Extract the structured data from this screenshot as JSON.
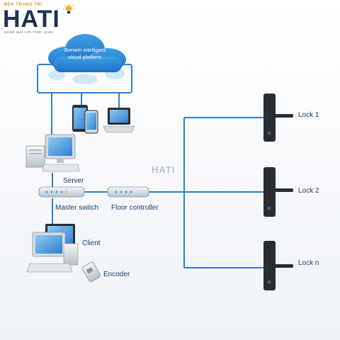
{
  "logo": {
    "top_text": "ĐÈN TRANG TRÍ",
    "main_text": "HATI",
    "sub_text": "SÁNG MÃI VỚI THỜI GIAN"
  },
  "watermark": "HATI",
  "cloud": {
    "line1": "Bonwin intelligent",
    "line2": "cloud platform"
  },
  "labels": {
    "server": "Server",
    "master_switch": "Master switch",
    "floor_controller": "Floor controller",
    "client": "Client",
    "encoder": "Encoder"
  },
  "locks": [
    "Lock 1",
    "Lock 2",
    "Lock n"
  ],
  "colors": {
    "line": "#2b7fd0",
    "label": "#1c3d6e",
    "lock": "#2a2e33",
    "cloud_fill": "#cfe8f8"
  }
}
